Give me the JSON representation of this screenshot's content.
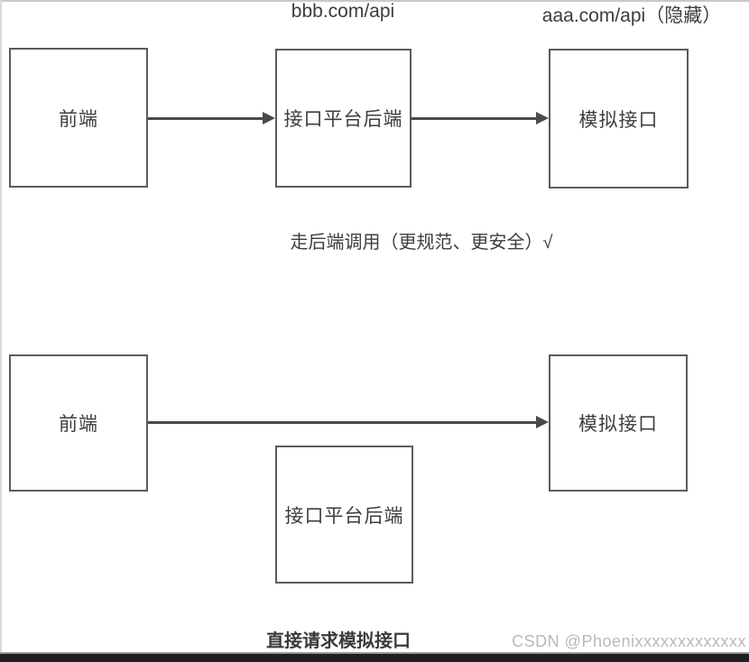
{
  "colors": {
    "box_border": "#5b5b5b",
    "box_text": "#3e3e3e",
    "arrow": "#4a4a4a",
    "caption_text": "#3d3d3d",
    "watermark_text": "#b9b9b9",
    "top_rule": "#c9c9c9",
    "bottom_bar": "#1f1f1f"
  },
  "diagram_top": {
    "url_backend": "bbb.com/api",
    "url_mock": "aaa.com/api（隐藏）",
    "box_frontend": "前端",
    "box_platform": "接口平台后端",
    "box_mock": "模拟接口",
    "caption": "走后端调用（更规范、更安全）√"
  },
  "diagram_bottom": {
    "box_frontend": "前端",
    "box_platform": "接口平台后端",
    "box_mock": "模拟接口",
    "caption": "直接请求模拟接口"
  },
  "watermark": "CSDN @Phoenixxxxxxxxxxxxx"
}
